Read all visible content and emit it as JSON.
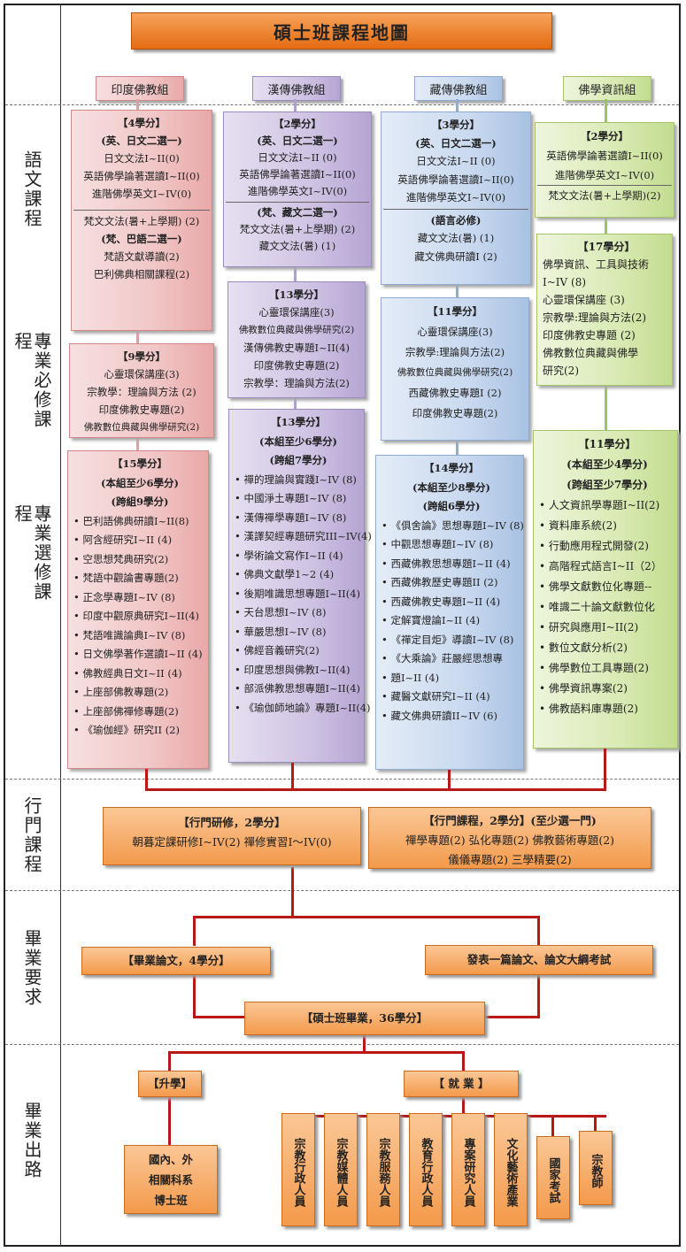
{
  "title": "碩士班課程地圖",
  "sections": {
    "language": "語文課程",
    "required": "專業必修課程",
    "elective": "專業選修課程",
    "practice": "行門課程",
    "graduation": "畢業要求",
    "career": "畢業出路"
  },
  "groups": [
    "印度佛教組",
    "漢傳佛教組",
    "藏傳佛教組",
    "佛學資訊組"
  ],
  "colors": {
    "accent": "#e46b12",
    "connector": "#b81818",
    "pink": "#f1c6c6",
    "purple": "#cfc3e3",
    "blue": "#c9d9ef",
    "green": "#d9eab4"
  },
  "indian": {
    "lang": [
      "【4學分】",
      "(英、日文二選一)",
      "日文文法I~II(0)",
      "英語佛學論著選讀I~II(0)",
      "進階佛學英文I~IV(0)",
      "梵文文法(暑+上學期)  (2)",
      "(梵、巴語二選一)",
      "梵語文獻導讀(2)",
      "巴利佛典相關課程(2)"
    ],
    "req": [
      "【9學分】",
      "心靈環保講座(3)",
      "宗教學：理論與方法  (2)",
      "印度佛教史專題(2)",
      "佛教數位典藏與佛學研究(2)"
    ],
    "elec_head": [
      "【15學分】",
      "(本組至少6學分)",
      "(跨組9學分)"
    ],
    "elec": [
      "巴利語佛典研讀I~II(8)",
      "阿含經研究I~II (4)",
      "空思想梵典研究(2)",
      "梵語中觀論書專題(2)",
      "正念學專題I~IV (8)",
      "印度中觀原典研究I~II(4)",
      "梵語唯識論典I~IV (8)",
      "日文佛學著作選讀I~II (4)",
      "佛教經典日文I~II (4)",
      "上座部佛教專題(2)",
      "上座部佛禪修專題(2)",
      "《瑜伽經》研究II (2)"
    ]
  },
  "chinese": {
    "lang": [
      "【2學分】",
      "(英、日文二選一)",
      "日文文法I~II  (0)",
      "英語佛學論著選讀I~II(0)",
      "進階佛學英文I~IV(0)",
      "(梵、藏文二選一)",
      "梵文文法(暑+上學期)  (2)",
      "藏文文法(暑)  (1)"
    ],
    "req": [
      "【13學分】",
      "心靈環保講座(3)",
      "佛教數位典藏與佛學研究(2)",
      "漢傳佛教史專題I~II(4)",
      "印度佛教史專題(2)",
      "宗教學：理論與方法(2)"
    ],
    "elec_head": [
      "【13學分】",
      "(本組至少6學分)",
      "(跨組7學分)"
    ],
    "elec": [
      "禪的理論與實踐I~IV (8)",
      "中國淨土專題I~IV (8)",
      "漢傳禪學專題I~IV (8)",
      "漢譯契經專題研究III~IV(4)",
      "學術論文寫作I~II  (4)",
      "佛典文獻學1~2 (4)",
      "後期唯識思想專題I~II(4)",
      "天台思想I~IV (8)",
      "華嚴思想I~IV (8)",
      "佛經音義研究(2)",
      "印度思想與佛教I~II(4)",
      "部派佛教思想專題I~II(4)",
      "《瑜伽師地論》專題I~II(4)"
    ]
  },
  "tibetan": {
    "lang": [
      "【3學分】",
      "(英、日文二選一)",
      "日文文法I~II  (0)",
      "英語佛學論著選讀I~II(0)",
      "進階佛學英文I~IV(0)",
      "(語言必修)",
      "藏文文法(暑)  (1)",
      "藏文佛典研讀I  (2)"
    ],
    "req": [
      "【11學分】",
      "心靈環保講座(3)",
      "宗教學:理論與方法(2)",
      "佛教數位典藏與佛學研究(2)",
      "西藏佛教史專題I  (2)",
      "印度佛教史專題(2)"
    ],
    "elec_head": [
      "【14學分】",
      "(本組至少8學分)",
      "(跨組6學分)"
    ],
    "elec": [
      "《俱舍論》思想專題I~IV (8)",
      "中觀思想專題I~IV (8)",
      "西藏佛教思想專題I~II (4)",
      "西藏佛教歷史專題II (2)",
      "西藏佛教史專題I~II (4)",
      "定解寶燈論I~II (4)",
      "《禪定目炬》導讀I~IV (8)",
      "《大乘論》莊嚴經思想專",
      "題I~II (4)",
      "藏醫文獻研究I~II (4)",
      "藏文佛典研讀II~IV (6)"
    ]
  },
  "info": {
    "lang": [
      "【2學分】",
      "英語佛學論著選讀I~II(0)",
      "進階佛學英文I~IV(0)",
      "梵文文法(暑+上學期)(2)"
    ],
    "req": [
      "【17學分】",
      "佛學資訊、工具與技術",
      "I~IV  (8)",
      "心靈環保講座  (3)",
      "宗教學:理論與方法(2)",
      "印度佛教史專題  (2)",
      "佛教數位典藏與佛學",
      "研究(2)"
    ],
    "elec_head": [
      "【11學分】",
      "(本組至少4學分)",
      "(跨組至少7學分)"
    ],
    "elec": [
      "人文資訊學專題I~II(2)",
      "資料庫系統(2)",
      "行動應用程式開發(2)",
      "高階程式語言I~II（2）",
      "佛學文獻數位化專題--",
      "唯識二十論文獻數位化",
      "研究與應用I~II(2)",
      "數位文獻分析(2)",
      "佛學數位工具專題(2)",
      "佛學資訊專案(2)",
      "佛教語料庫專題(2)"
    ]
  },
  "practice": {
    "left_title": "【行門研修，2學分】",
    "left_body": "朝暮定課研修I~IV(2)      禪修實習I～IV(0)",
    "right_title": "【行門課程，2學分】(至少選一門)",
    "right_line1": "禪學專題(2)  弘化專題(2)  佛教藝術專題(2)",
    "right_line2": "儀儀專題(2)  三學精要(2)"
  },
  "graduation": {
    "thesis": "【畢業論文，4學分】",
    "publish": "發表一篇論文、論文大綱考試",
    "total": "【碩士班畢業，36學分】"
  },
  "career": {
    "further": "【升學】",
    "further_lines": [
      "國內、外",
      "相關科系",
      "博士班"
    ],
    "employ": "【  就  業  】",
    "jobs": [
      "宗教行政人員",
      "宗教媒體人員",
      "宗教服務人員",
      "教育行政人員",
      "專案研究人員",
      "文化藝術產業",
      "國家考試",
      "宗教師"
    ]
  }
}
